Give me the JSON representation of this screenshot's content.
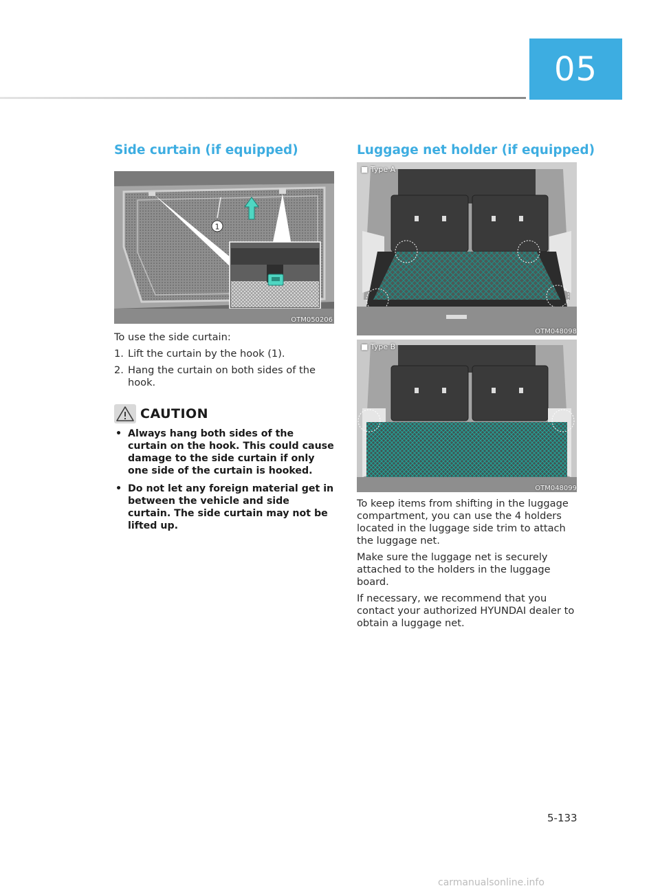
{
  "chapter": "05",
  "left": {
    "heading": "Side curtain (if equipped)",
    "figure_code": "OTM050206",
    "callout": "1",
    "intro": "To use the side curtain:",
    "steps": [
      {
        "num": "1.",
        "text": "Lift the curtain by the hook (1)."
      },
      {
        "num": "2.",
        "text": "Hang the curtain on both sides of the hook."
      }
    ],
    "caution_title": "CAUTION",
    "caution_items": [
      "Always hang both sides of the curtain on the hook. This could cause damage to the side curtain if only one side of the curtain is hooked.",
      "Do not let any foreign material get in between the vehicle and side curtain. The side curtain may not be lifted up."
    ]
  },
  "right": {
    "heading": "Luggage net holder (if equipped)",
    "figure_a_label": "■ Type A",
    "figure_a_code": "OTM048098",
    "figure_b_label": "■ Type B",
    "figure_b_code": "OTM048099",
    "paragraphs": [
      "To keep items from shifting in the luggage compartment, you can use the 4 holders located in the luggage side trim to attach the luggage net.",
      "Make sure the luggage net is securely attached to the holders in the luggage board.",
      "If necessary, we recommend that you contact your authorized HYUNDAI dealer to obtain a luggage net."
    ]
  },
  "page_number": "5-133",
  "watermark": "carmanualsonline.info"
}
